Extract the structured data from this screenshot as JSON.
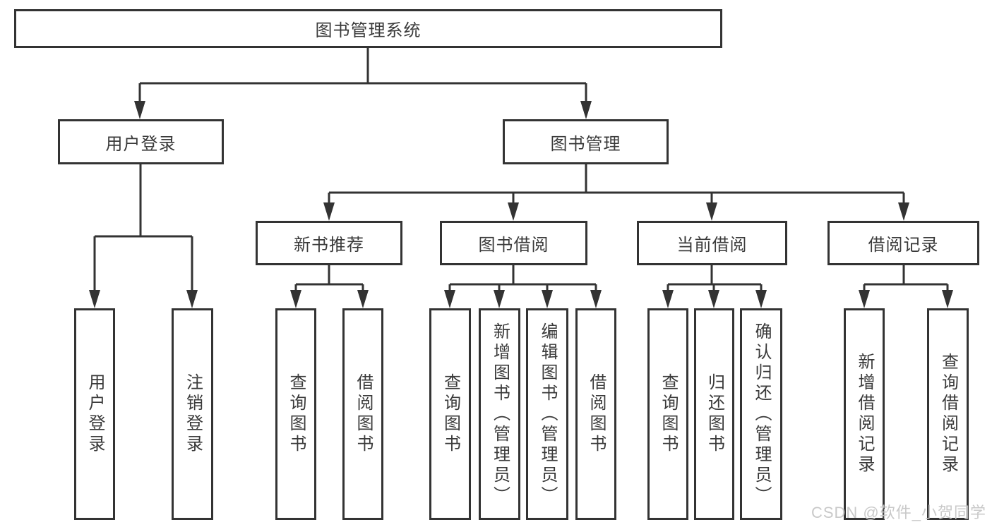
{
  "tree": {
    "root": {
      "label": "图书管理系统"
    },
    "branches": [
      {
        "label": "用户登录",
        "leaves": [
          {
            "label": "用户登录"
          },
          {
            "label": "注销登录"
          }
        ]
      },
      {
        "label": "图书管理",
        "groups": [
          {
            "label": "新书推荐",
            "leaves": [
              {
                "label": "查询图书"
              },
              {
                "label": "借阅图书"
              }
            ]
          },
          {
            "label": "图书借阅",
            "leaves": [
              {
                "label": "查询图书"
              },
              {
                "label": "新增图书（管理员）"
              },
              {
                "label": "编辑图书（管理员）"
              },
              {
                "label": "借阅图书"
              }
            ]
          },
          {
            "label": "当前借阅",
            "leaves": [
              {
                "label": "查询图书"
              },
              {
                "label": "归还图书"
              },
              {
                "label": "确认归还（管理员）"
              }
            ]
          },
          {
            "label": "借阅记录",
            "leaves": [
              {
                "label": "新增借阅记录"
              },
              {
                "label": "查询借阅记录"
              }
            ]
          }
        ]
      }
    ]
  },
  "watermark": {
    "text": "CSDN @软件_小贺同学"
  },
  "colors": {
    "line": "#333333",
    "box_border": "#333333",
    "text": "#3a3a3a",
    "watermark": "#c6c6c6",
    "background": "#ffffff"
  }
}
